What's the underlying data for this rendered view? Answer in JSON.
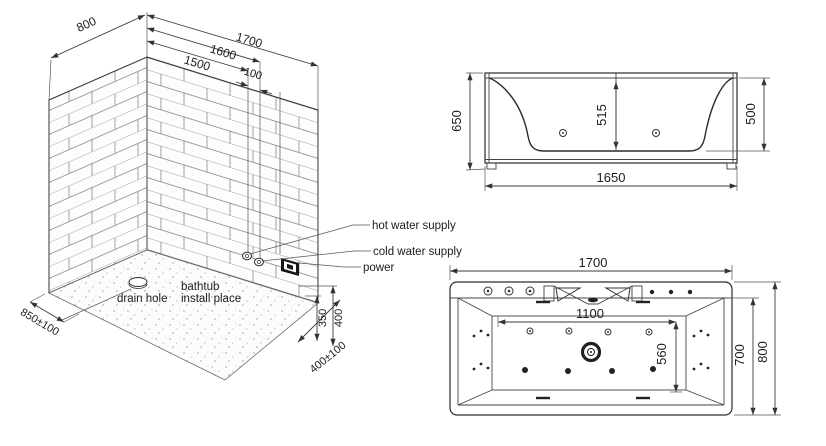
{
  "diagram": {
    "installation_view": {
      "dims": {
        "wall_left": "800",
        "wall_right_outer": "1700",
        "wall_right_mid": "1600",
        "wall_right_inner": "1500",
        "supply_spacing": "100",
        "floor_left": "850±100",
        "floor_right": "400±100",
        "supply_height": "350",
        "power_height": "400"
      },
      "labels": {
        "drain_hole": "drain hole",
        "install_place_line1": "bathtub",
        "install_place_line2": "install place",
        "hot_water": "hot water supply",
        "cold_water": "cold water supply",
        "power": "power"
      }
    },
    "front_view": {
      "dims": {
        "overall_height": "650",
        "inner_depth": "515",
        "rim_height": "500",
        "length": "1650"
      }
    },
    "top_view": {
      "dims": {
        "overall_length": "1700",
        "inner_length": "1100",
        "inner_width": "560",
        "basin_width": "700",
        "overall_width": "800"
      }
    }
  }
}
